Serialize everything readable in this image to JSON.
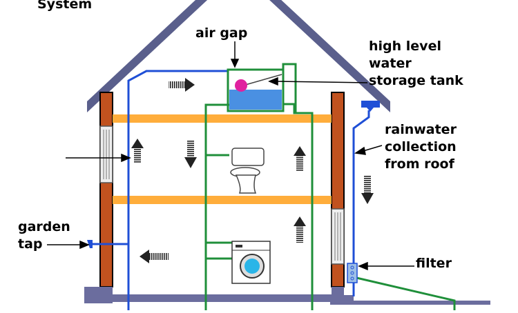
{
  "title_partial": "System",
  "labels": {
    "air_gap": "air gap",
    "tank": [
      "high level",
      "water",
      "storage tank"
    ],
    "rainwater": [
      "rainwater",
      "collection",
      "from roof"
    ],
    "garden_tap": [
      "garden",
      "tap"
    ],
    "filter": "filter"
  },
  "colors": {
    "roof": "#5a5f8c",
    "wall": "#c1521f",
    "floor": "#ffad3b",
    "ground": "#6b6d9e",
    "mains_pipe": "#1f4fd6",
    "green_pipe": "#1f8f3a",
    "tank_water": "#4a90e2",
    "tank_float": "#e0219f",
    "arrows": "#222222"
  },
  "icons": [
    "toilet-icon",
    "washing-machine-icon",
    "window-icon",
    "filter-icon",
    "gutter-icon",
    "tap-icon"
  ]
}
